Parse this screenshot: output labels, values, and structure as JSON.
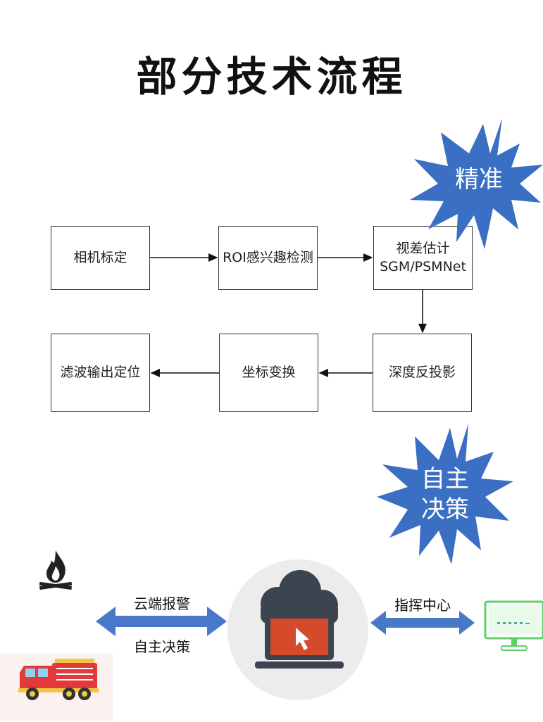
{
  "title": "部分技术流程",
  "boxes": {
    "camera_calibration": "相机标定",
    "roi_detection": "ROI感兴趣检测",
    "disparity_line1": "视差估计",
    "disparity_line2": "SGM/PSMNet",
    "depth_backprojection": "深度反投影",
    "coordinate_transform": "坐标变换",
    "filter_output": "滤波输出定位"
  },
  "badges": {
    "precise": "精准",
    "autonomous_line1": "自主",
    "autonomous_line2": "决策"
  },
  "bottom": {
    "cloud_alarm": "云端报警",
    "autonomous_decision": "自主决策",
    "command_center": "指挥中心"
  },
  "colors": {
    "star_fill": "#3a6fc4",
    "arrow_blue": "#4a78c8",
    "cloud_dark": "#3c4450",
    "screen_red": "#d64a2c",
    "monitor_green": "#5fcf6a",
    "truck_red": "#e23a3a"
  }
}
